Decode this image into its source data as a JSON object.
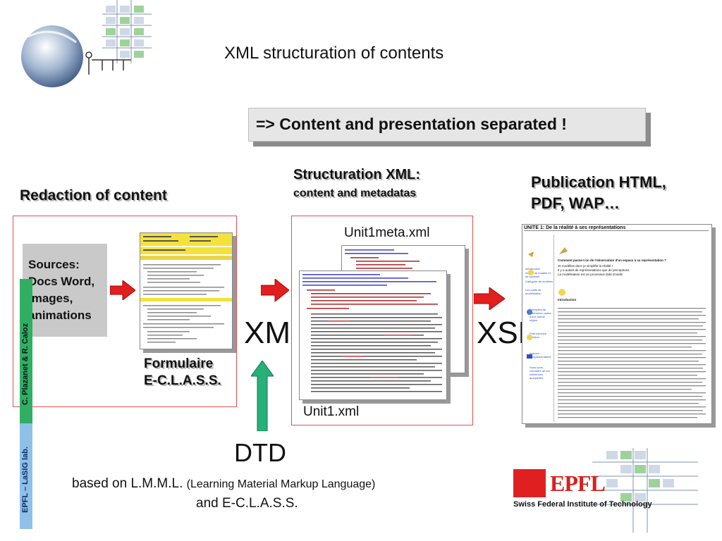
{
  "slide": {
    "title": "XML structuration of contents",
    "banner": "=> Content and presentation separated !",
    "left": {
      "heading": "Redaction of content",
      "sources": "Sources: Docs Word, images, animations",
      "form_line1": "Formulaire",
      "form_line2": "E-C.L.A.S.S."
    },
    "middle": {
      "heading_line1": "Structuration XML:",
      "heading_line2": "content and metadatas",
      "meta_file": "Unit1meta.xml",
      "unit_file": "Unit1.xml",
      "xml_label": "XML"
    },
    "right": {
      "heading_line1": "Publication HTML,",
      "heading_line2": "PDF, WAP…",
      "xsl_label": "XSL",
      "page_title": "UNITE 1: De la réalité à ses représentations",
      "page_intro_question": "Comment passe-t-on de l'observation d'un espace à sa représentation ?",
      "page_intro_lines": [
        "Je modélise donc je simplifie la réalité !",
        "Il y a autant de représentations que de perceptions",
        "La modélisation est un processus doté d'outils"
      ],
      "page_section": "Introduction",
      "nav_links": [
        "Introduction",
        "Notion de modèle et de système",
        "Catégorie de modèles",
        "Les outils de modélisation",
        "Exemples de différentes cartes d'une même région",
        "Petit exercice solution",
        "lectures complémentaires",
        "Sous-sous- connaître de les références auxquelles"
      ]
    },
    "bottom": {
      "dtd_label": "DTD",
      "based_on": "based on L.M.M.L.",
      "lmml_full": "(Learning Material Markup Language)",
      "and_eclass": "and E-C.L.A.S.S.",
      "vertical_author": "C. Plazanet & R. Caloz",
      "vertical_lab": "EPFL – LaSIG lab."
    },
    "logo": {
      "brand": "EPFL",
      "tagline": "Swiss Federal Institute of Technology"
    },
    "colors": {
      "arrow_red": "#e21f1f",
      "arrow_green": "#27b07a",
      "form_yellow": "#f4e23a",
      "sidebar_green": "#2fae64",
      "sidebar_blue": "#8fc0e8",
      "link_blue": "#2d4fc0"
    }
  }
}
